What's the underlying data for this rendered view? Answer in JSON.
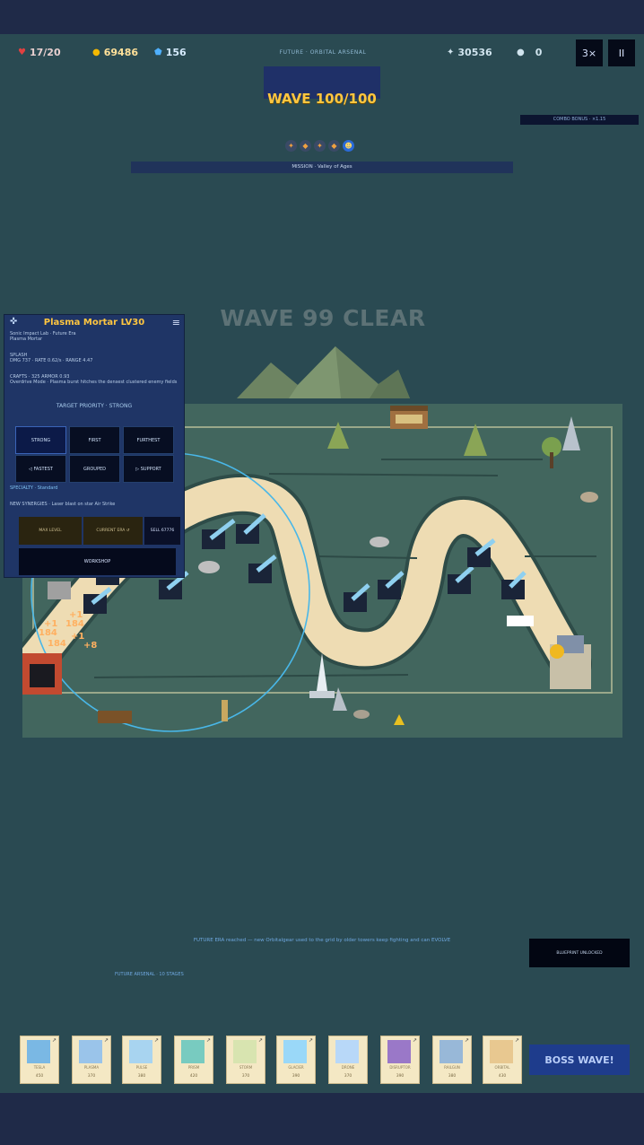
{
  "hud": {
    "lives": "17/20",
    "gold": "69486",
    "gems": "156",
    "era": "FUTURE · ORBITAL ARSENAL",
    "score": "30536",
    "kills": "0",
    "speed_label": "3×",
    "pause_label": "II"
  },
  "wave": {
    "title": "WAVE 100/100",
    "combo": "COMBO BONUS · ×1.15",
    "mission": "MISSION · Valley of Ages",
    "clear_text": "WAVE 99 CLEAR"
  },
  "panel": {
    "title": "Plasma Mortar LV30",
    "close": "≡",
    "lines": [
      "Sonic Impact Lab · Future Era",
      "Plasma Mortar"
    ],
    "stats": [
      "SPLASH",
      "DMG 737 · RATE 0.62/s · RANGE 4.47"
    ],
    "desc": [
      "CRAFTS · 325 ARMOR 0.93",
      "Overdrive Mode · Plasma burst hitches the densest clustered enemy fields"
    ],
    "target_priority": "TARGET PRIORITY · STRONG",
    "targets": [
      "STRONG",
      "FIRST",
      "FURTHEST",
      "◁ FASTEST",
      "GROUPED",
      "▷ SUPPORT"
    ],
    "specialty": "SPECIALTY · Standard",
    "synergy": "NEW SYNERGIES · Laser blast on star Air Strike",
    "actions": [
      "MAX LEVEL",
      "CURRENT ERA ↺",
      "SELL 67776"
    ],
    "sell_all": "WORKSHOP"
  },
  "footer": {
    "hint": "FUTURE ERA reached — new Orbitalgear used to the grid by older towers keep fighting and can EVOLVE",
    "stage": "FUTURE ARSENAL · 10 STAGES",
    "blueprint": "BLUEPRINT UNLOCKED"
  },
  "shop": [
    {
      "name": "TESLA",
      "cost": "450",
      "icon": "tesla-tower-icon"
    },
    {
      "name": "PLASMA",
      "cost": "370",
      "icon": "plasma-tower-icon"
    },
    {
      "name": "PULSE",
      "cost": "380",
      "icon": "pulse-tower-icon"
    },
    {
      "name": "PRISM",
      "cost": "420",
      "icon": "prism-tower-icon"
    },
    {
      "name": "STORM",
      "cost": "370",
      "icon": "storm-tower-icon"
    },
    {
      "name": "GLACIER",
      "cost": "390",
      "icon": "glacier-tower-icon"
    },
    {
      "name": "DRONE",
      "cost": "370",
      "icon": "drone-tower-icon"
    },
    {
      "name": "DISRUPTOR",
      "cost": "390",
      "icon": "disruptor-tower-icon"
    },
    {
      "name": "RAILGUN",
      "cost": "380",
      "icon": "railgun-tower-icon"
    },
    {
      "name": "ORBITAL",
      "cost": "430",
      "icon": "orbital-tower-icon"
    }
  ],
  "boss_button": "BOSS WAVE!",
  "map": {
    "floats": [
      "+1",
      "+1",
      "184",
      "184",
      "184",
      "+1",
      "+8"
    ],
    "colors": {
      "grass": "#42665e",
      "path": "#eedcb3",
      "path_edge": "#2e4c48",
      "range": "#49b7e8"
    }
  }
}
